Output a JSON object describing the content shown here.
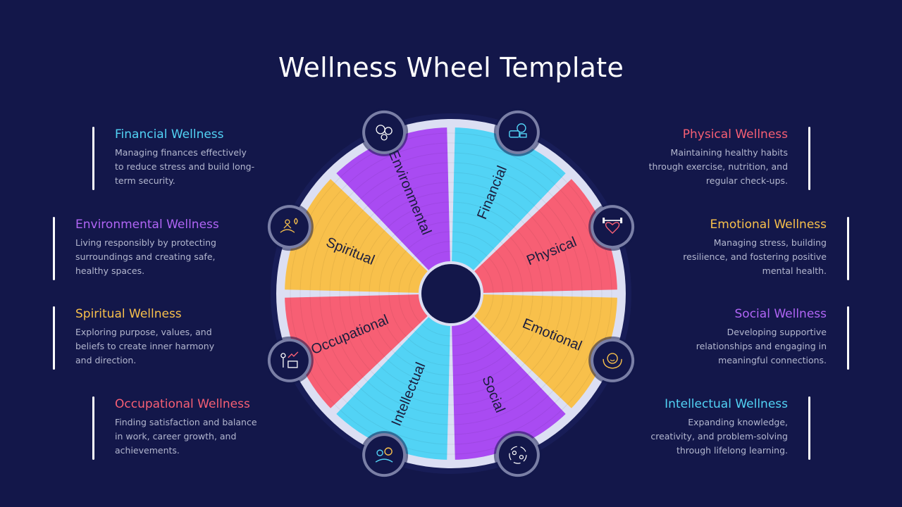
{
  "title": "Wellness Wheel Template",
  "colors": {
    "background": "#13174a",
    "cyan": "#52d3f5",
    "coral": "#f75f74",
    "yellow": "#f8c04b",
    "purple": "#a94bf2",
    "rim": "#dcdff3"
  },
  "items_left": [
    {
      "heading": "Financial Wellness",
      "color": "#52d3f5",
      "desc": [
        "Managing finances effectively",
        "to reduce stress and build long-",
        "term security."
      ]
    },
    {
      "heading": "Environmental Wellness",
      "color": "#b065f5",
      "desc": [
        "Living responsibly by protecting",
        "surroundings and creating safe,",
        "healthy spaces."
      ]
    },
    {
      "heading": "Spiritual Wellness",
      "color": "#f8c04b",
      "desc": [
        "Exploring purpose, values, and",
        "beliefs to create inner harmony",
        "and direction."
      ]
    },
    {
      "heading": "Occupational Wellness",
      "color": "#f75f74",
      "desc": [
        "Finding satisfaction and balance",
        "in work, career growth, and",
        "achievements."
      ]
    }
  ],
  "items_right": [
    {
      "heading": "Physical Wellness",
      "color": "#f75f74",
      "desc": [
        "Maintaining healthy habits",
        "through exercise, nutrition, and",
        "regular check-ups."
      ]
    },
    {
      "heading": "Emotional Wellness",
      "color": "#f8c04b",
      "desc": [
        "Managing stress, building",
        "resilience, and fostering positive",
        "mental health."
      ]
    },
    {
      "heading": "Social Wellness",
      "color": "#b065f5",
      "desc": [
        "Developing supportive",
        "relationships and engaging in",
        "meaningful connections."
      ]
    },
    {
      "heading": "Intellectual Wellness",
      "color": "#52d3f5",
      "desc": [
        "Expanding knowledge,",
        "creativity, and problem-solving",
        "through lifelong learning."
      ]
    }
  ],
  "segments": [
    {
      "label": "Financial",
      "color": "#52d3f5",
      "icon": "money-icon"
    },
    {
      "label": "Physical",
      "color": "#f75f74",
      "icon": "fitness-heart-icon"
    },
    {
      "label": "Emotional",
      "color": "#f8c04b",
      "icon": "smiling-hands-icon"
    },
    {
      "label": "Social",
      "color": "#a94bf2",
      "icon": "people-circle-icon"
    },
    {
      "label": "Intellectual",
      "color": "#52d3f5",
      "icon": "brain-gears-icon"
    },
    {
      "label": "Occupational",
      "color": "#f75f74",
      "icon": "career-growth-icon"
    },
    {
      "label": "Spiritual",
      "color": "#f8c04b",
      "icon": "meditation-icon"
    },
    {
      "label": "Environmental",
      "color": "#a94bf2",
      "icon": "recycle-earth-icon"
    }
  ]
}
